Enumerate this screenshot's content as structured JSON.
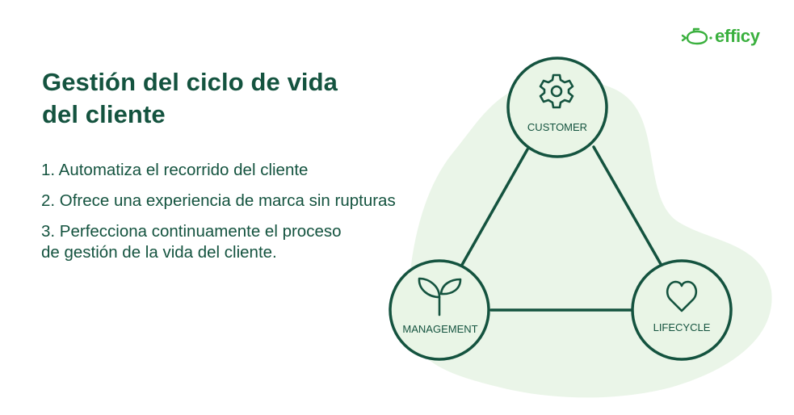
{
  "brand": {
    "logo_text": "efficy",
    "logo_icon": "submarine-icon",
    "color": "#3ab03e"
  },
  "title": {
    "line1": "Gestión del ciclo de vida",
    "line2": "del cliente"
  },
  "list": {
    "items": [
      {
        "line1": "1. Automatiza el recorrido del cliente"
      },
      {
        "line1": "2. Ofrece una experiencia de marca sin rupturas"
      },
      {
        "line1": "3. Perfecciona continuamente el proceso",
        "line2": "de gestión de la vida del cliente."
      }
    ]
  },
  "diagram": {
    "nodes": [
      {
        "label": "CUSTOMER",
        "icon": "gear-icon"
      },
      {
        "label": "MANAGEMENT",
        "icon": "sprout-icon"
      },
      {
        "label": "LIFECYCLE",
        "icon": "heart-icon"
      }
    ],
    "colors": {
      "stroke": "#14533f",
      "fill": "#e9f5e6",
      "blob": "#eaf5e8"
    }
  }
}
